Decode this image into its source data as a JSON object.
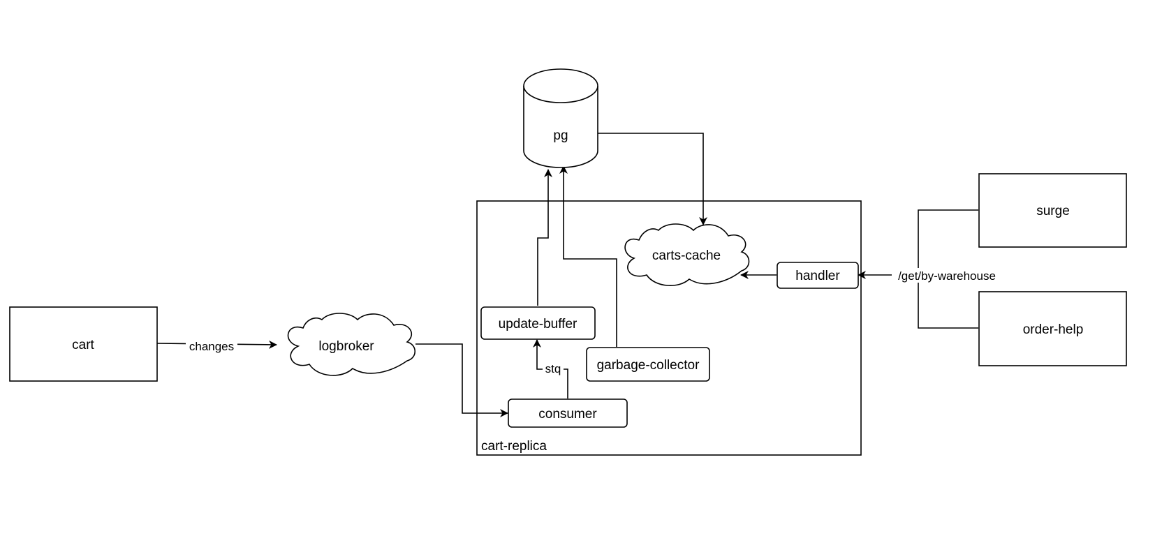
{
  "nodes": {
    "cart": "cart",
    "logbroker": "logbroker",
    "pg": "pg",
    "carts_cache": "carts-cache",
    "handler": "handler",
    "update_buffer": "update-buffer",
    "garbage_collector": "garbage-collector",
    "consumer": "consumer",
    "surge": "surge",
    "order_help": "order-help"
  },
  "containers": {
    "cart_replica": "cart-replica"
  },
  "edges": {
    "cart_to_logbroker": "changes",
    "consumer_to_update_buffer": "stq",
    "clients_to_handler": "/get/by-warehouse"
  },
  "colors": {
    "stroke": "#000000",
    "fill": "#ffffff",
    "text": "#000000"
  }
}
